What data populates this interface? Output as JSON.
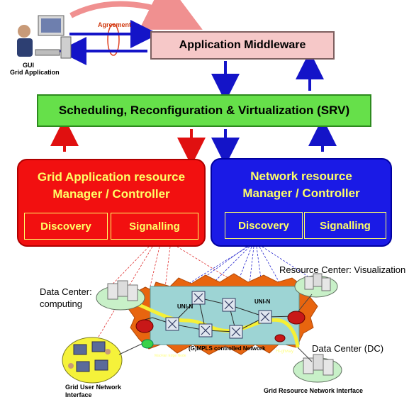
{
  "agreement_label": "Agreement",
  "gui_label": "GUI",
  "grid_application_label": "Grid Application",
  "middleware_label": "Application Middleware",
  "srv_label": "Scheduling, Reconfiguration & Virtualization (SRV)",
  "grid_manager": {
    "title_line1": "Grid Application resource",
    "title_line2": "Manager / Controller",
    "discovery_label": "Discovery",
    "signalling_label": "Signalling"
  },
  "network_manager": {
    "title_line1": "Network resource",
    "title_line2": "Manager / Controller",
    "discovery_label": "Discovery",
    "signalling_label": "Signalling"
  },
  "network": {
    "dc_computing_line1": "Data Center:",
    "dc_computing_line2": "computing",
    "resource_center_label": "Resource Center: Visualization",
    "data_center_dc_label": "Data Center (DC)",
    "uni_n_left": "UNI-N",
    "uni_n_right": "UNI-N",
    "mpls_label": "(G)MPLS controlled Network",
    "edge_label": "Mad-lan Edge Node",
    "right_edge_label": "Hi-ghway",
    "grid_user_nif_line1": "Grid User Network",
    "grid_user_nif_line2": "Interface",
    "grid_resource_nif": "Grid Resource Network Interface"
  },
  "colors": {
    "middleware_fill": "#f6c8c8",
    "srv_fill": "#66e04a",
    "grid_manager_fill": "#f21010",
    "network_manager_fill": "#1a1ae6",
    "network_cloud_fill": "#e8650f",
    "mpls_core_fill": "#9dd4d4",
    "arrow_blue": "#1414c8",
    "arrow_red": "#e01010"
  }
}
